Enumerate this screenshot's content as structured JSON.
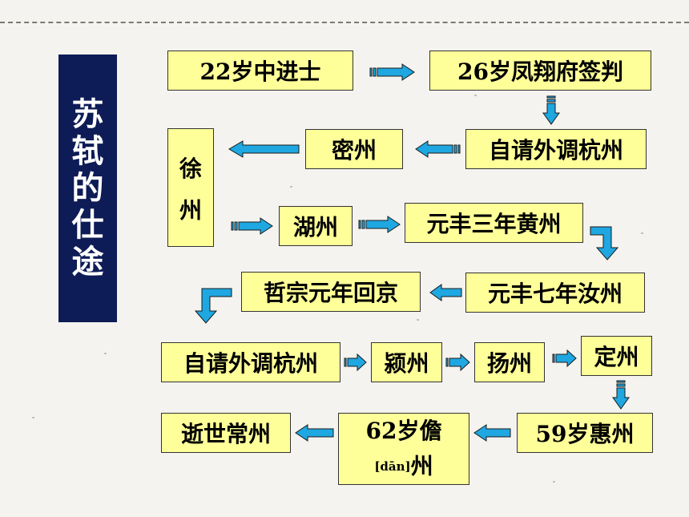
{
  "sidebar_title": "苏轼的仕途",
  "stations": {
    "s1": "22岁中进士",
    "s2": "26岁凤翔府签判",
    "s3": "自请外调杭州",
    "s4": "密州",
    "s5_line1": "徐",
    "s5_line2": "州",
    "s6": "湖州",
    "s7": "元丰三年黄州",
    "s8": "元丰七年汝州",
    "s9": "哲宗元年回京",
    "s10": "自请外调杭州",
    "s11": "颍州",
    "s12": "扬州",
    "s13": "定州",
    "s14": "59岁惠州",
    "s15_line1": "62岁儋",
    "s15_pinyin": "[dān]",
    "s15_char": "州",
    "s16": "逝世常州"
  },
  "colors": {
    "box_fill": "#ffff99",
    "arrow_fill": "#1ea7e1",
    "sidebar_fill": "#0d1b56"
  }
}
